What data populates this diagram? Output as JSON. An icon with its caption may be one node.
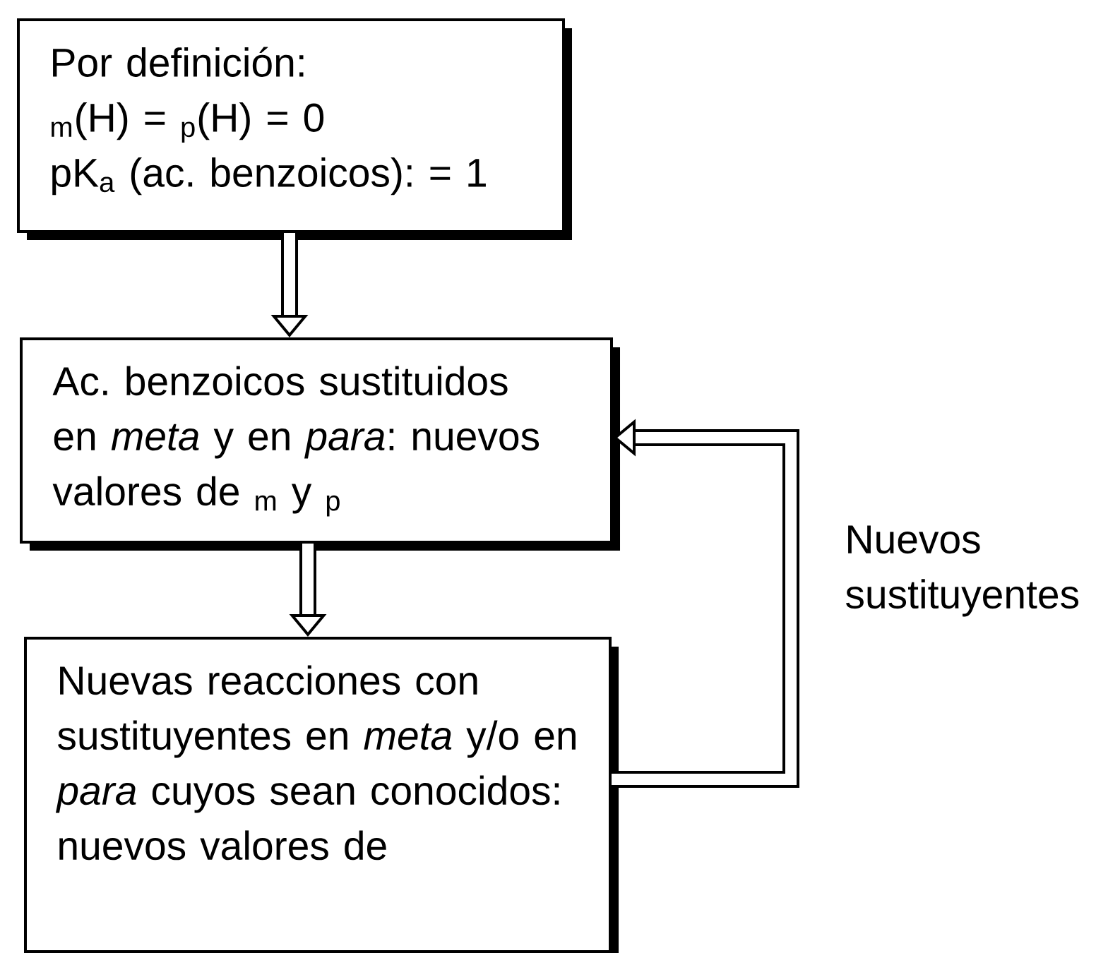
{
  "diagram": {
    "nodes": [
      {
        "text": [
          "Por definición:",
          "$_{m}$(H) = $_{p}$(H) = 0",
          "pK$_{a}$ (ac. benzoicos): = 1"
        ]
      },
      {
        "text": [
          "Ac. benzoicos sustituidos en *meta* y en *para*: nuevos valores de $_{m}$ y $_{p}$"
        ]
      },
      {
        "text": [
          "Nuevas reacciones con sustituyentes en *meta* y/o en *para* cuyos sean conocidos: nuevos valores de"
        ]
      }
    ],
    "edges": [
      {
        "from": 0,
        "to": 1,
        "arrow": "to"
      },
      {
        "from": 1,
        "to": 2,
        "arrow": "to"
      },
      {
        "from": 2,
        "to": 1,
        "arrow": "to",
        "label": "Nuevos sustituyentes"
      }
    ]
  }
}
